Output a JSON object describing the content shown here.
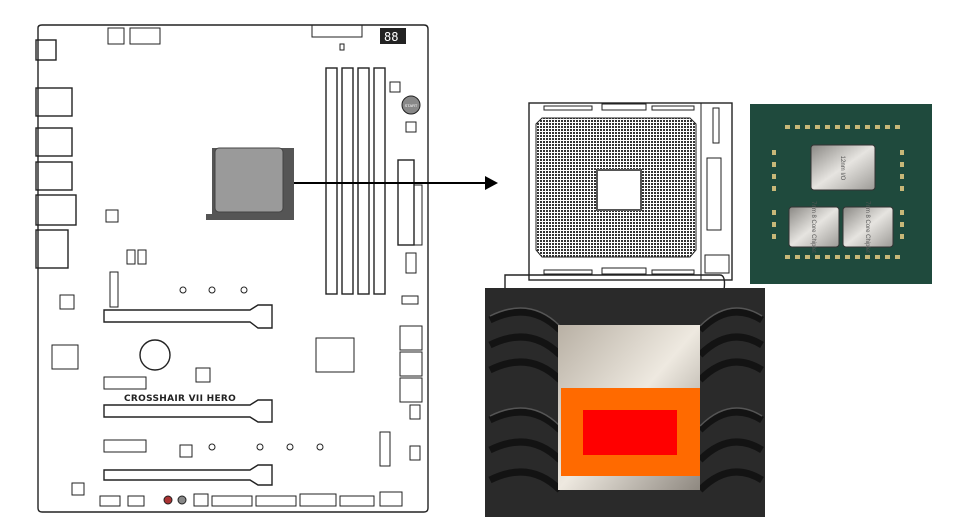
{
  "motherboard": {
    "name": "CROSSHAIR VII HERO",
    "start_button_label": "START",
    "debug_display": "88"
  },
  "cpu_package": {
    "io_die_label": "12nm I/O",
    "chiplet_labels": [
      "7nm 8 Core Chiplet",
      "7nm 8 Core Chiplet"
    ]
  },
  "colors": {
    "substrate": "#1f4a3d",
    "die": "#b9b6b0",
    "heatspreader_overlay": "#ff6a00",
    "hotspot": "#ff0000",
    "socket_gray": "#9a9a9a"
  }
}
